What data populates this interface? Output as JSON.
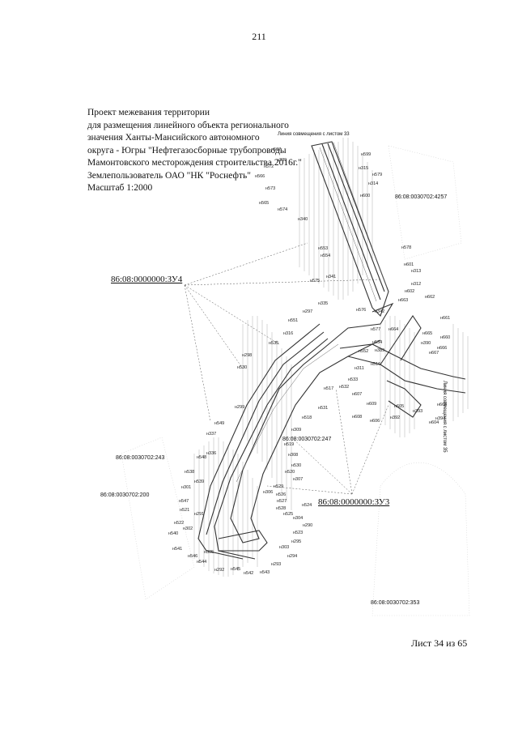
{
  "page_number": "211",
  "title_lines": [
    "Проект межевания территории",
    "для размещения линейного объекта регионального",
    "значения Ханты-Мансийского автономного",
    "округа - Югры \"Нефтегазосборные трубопроводы",
    "Мамонтовского месторождения строительства 2016г.\"",
    "Землепользователь ОАО \"НК \"Роснефть\"",
    "Масштаб 1:2000"
  ],
  "zones": {
    "zu4": "86:08:0000000:ЗУ4",
    "zu3": "86:08:0000000:ЗУ3"
  },
  "cadastral": {
    "c1": "86:08:0030702:4257",
    "c2": "86:08:0030702:247",
    "c3": "86:08:0030702:243",
    "c4": "86:08:0030702:200",
    "c5": "86:08:0030702:353"
  },
  "match_lines": {
    "top": "Линия совмещения с листом 33",
    "right": "Линия совмещения с листом 35"
  },
  "points": [
    {
      "id": "p1",
      "label": "н567"
    },
    {
      "id": "p2",
      "label": "н339"
    },
    {
      "id": "p3",
      "label": "н572"
    },
    {
      "id": "p4",
      "label": "н566"
    },
    {
      "id": "p5",
      "label": "н573"
    },
    {
      "id": "p6",
      "label": "н565"
    },
    {
      "id": "p7",
      "label": "н574"
    },
    {
      "id": "p8",
      "label": "н340"
    },
    {
      "id": "p9",
      "label": "н599"
    },
    {
      "id": "p10",
      "label": "н315"
    },
    {
      "id": "p11",
      "label": "н579"
    },
    {
      "id": "p12",
      "label": "н314"
    },
    {
      "id": "p13",
      "label": "н600"
    },
    {
      "id": "p14",
      "label": "н578"
    },
    {
      "id": "p15",
      "label": "н601"
    },
    {
      "id": "p16",
      "label": "н313"
    },
    {
      "id": "p17",
      "label": "н312"
    },
    {
      "id": "p18",
      "label": "н602"
    },
    {
      "id": "p19",
      "label": "н663"
    },
    {
      "id": "p20",
      "label": "н662"
    },
    {
      "id": "p21",
      "label": "н553"
    },
    {
      "id": "p22",
      "label": "н554"
    },
    {
      "id": "p23",
      "label": "н341"
    },
    {
      "id": "p24",
      "label": "н575"
    },
    {
      "id": "p25",
      "label": "н576"
    },
    {
      "id": "p26",
      "label": "н342"
    },
    {
      "id": "p27",
      "label": "н661"
    },
    {
      "id": "p28",
      "label": "н335"
    },
    {
      "id": "p29",
      "label": "н297"
    },
    {
      "id": "p30",
      "label": "н551"
    },
    {
      "id": "p31",
      "label": "н316"
    },
    {
      "id": "p32",
      "label": "н577"
    },
    {
      "id": "p33",
      "label": "н664"
    },
    {
      "id": "p34",
      "label": "н665"
    },
    {
      "id": "p35",
      "label": "н660"
    },
    {
      "id": "p36",
      "label": "н390"
    },
    {
      "id": "p37",
      "label": "н666"
    },
    {
      "id": "p38",
      "label": "н667"
    },
    {
      "id": "p39",
      "label": "н535"
    },
    {
      "id": "p40",
      "label": "н298"
    },
    {
      "id": "p41",
      "label": "н552"
    },
    {
      "id": "p42",
      "label": "н389"
    },
    {
      "id": "p43",
      "label": "н534"
    },
    {
      "id": "p44",
      "label": "н530"
    },
    {
      "id": "p45",
      "label": "н311"
    },
    {
      "id": "p46",
      "label": "н516"
    },
    {
      "id": "p47",
      "label": "н533"
    },
    {
      "id": "p48",
      "label": "н517"
    },
    {
      "id": "p49",
      "label": "н532"
    },
    {
      "id": "p50",
      "label": "н607"
    },
    {
      "id": "p51",
      "label": "н299"
    },
    {
      "id": "p52",
      "label": "н609"
    },
    {
      "id": "p53",
      "label": "н605"
    },
    {
      "id": "p54",
      "label": "н393"
    },
    {
      "id": "p55",
      "label": "н668"
    },
    {
      "id": "p56",
      "label": "н394"
    },
    {
      "id": "p57",
      "label": "н531"
    },
    {
      "id": "p58",
      "label": "н608"
    },
    {
      "id": "p59",
      "label": "н392"
    },
    {
      "id": "p60",
      "label": "н604"
    },
    {
      "id": "p61",
      "label": "н606"
    },
    {
      "id": "p62",
      "label": "н518"
    },
    {
      "id": "p63",
      "label": "н549"
    },
    {
      "id": "p64",
      "label": "н309"
    },
    {
      "id": "p65",
      "label": "н337"
    },
    {
      "id": "p66",
      "label": "н519"
    },
    {
      "id": "p67",
      "label": "н336"
    },
    {
      "id": "p68",
      "label": "н548"
    },
    {
      "id": "p69",
      "label": "н308"
    },
    {
      "id": "p70",
      "label": "н530"
    },
    {
      "id": "p71",
      "label": "н538"
    },
    {
      "id": "p72",
      "label": "н520"
    },
    {
      "id": "p73",
      "label": "н539"
    },
    {
      "id": "p74",
      "label": "н307"
    },
    {
      "id": "p75",
      "label": "н301"
    },
    {
      "id": "p76",
      "label": "н529"
    },
    {
      "id": "p77",
      "label": "н306"
    },
    {
      "id": "p78",
      "label": "н526"
    },
    {
      "id": "p79",
      "label": "н547"
    },
    {
      "id": "p80",
      "label": "н527"
    },
    {
      "id": "p81",
      "label": "н521"
    },
    {
      "id": "p82",
      "label": "н528"
    },
    {
      "id": "p83",
      "label": "н524"
    },
    {
      "id": "p84",
      "label": "н291"
    },
    {
      "id": "p85",
      "label": "н525"
    },
    {
      "id": "p86",
      "label": "н522"
    },
    {
      "id": "p87",
      "label": "н304"
    },
    {
      "id": "p88",
      "label": "н302"
    },
    {
      "id": "p89",
      "label": "н290"
    },
    {
      "id": "p90",
      "label": "н540"
    },
    {
      "id": "p91",
      "label": "н523"
    },
    {
      "id": "p92",
      "label": "н295"
    },
    {
      "id": "p93",
      "label": "н541"
    },
    {
      "id": "p94",
      "label": "н303"
    },
    {
      "id": "p95",
      "label": "н305"
    },
    {
      "id": "p96",
      "label": "н546"
    },
    {
      "id": "p97",
      "label": "н294"
    },
    {
      "id": "p98",
      "label": "н544"
    },
    {
      "id": "p99",
      "label": "н293"
    },
    {
      "id": "p100",
      "label": "н292"
    },
    {
      "id": "p101",
      "label": "н545"
    },
    {
      "id": "p102",
      "label": "н542"
    },
    {
      "id": "p103",
      "label": "н543"
    }
  ],
  "sheet_label": "Лист 34 из 65"
}
